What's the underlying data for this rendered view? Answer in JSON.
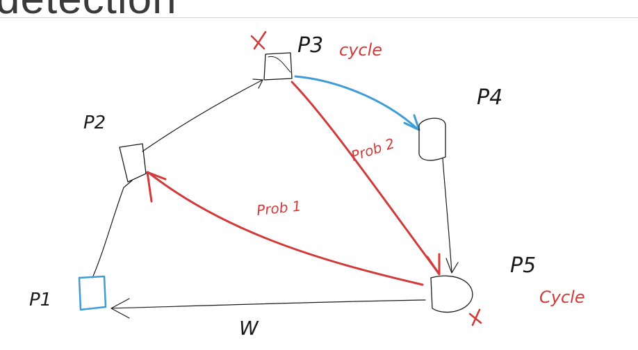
{
  "slide": {
    "title": "detection"
  },
  "nodes": {
    "p1": {
      "label": "P1",
      "color": "#3d9bd6"
    },
    "p2": {
      "label": "P2"
    },
    "p3": {
      "label": "P3",
      "note": "cycle",
      "mark": "X"
    },
    "p4": {
      "label": "P4"
    },
    "p5": {
      "label": "P5",
      "note": "Cycle",
      "mark": "X"
    }
  },
  "edges": [
    {
      "from": "p1",
      "to": "p2",
      "color": "#1a1a1a"
    },
    {
      "from": "p2",
      "to": "p3",
      "color": "#1a1a1a"
    },
    {
      "from": "p3",
      "to": "p4",
      "color": "#3d9bd6"
    },
    {
      "from": "p4",
      "to": "p5",
      "color": "#1a1a1a"
    },
    {
      "from": "p3",
      "to": "p5",
      "label": "Prob 2",
      "color": "#d23a3a"
    },
    {
      "from": "p5",
      "to": "p2",
      "label": "Prob 1",
      "color": "#d23a3a"
    },
    {
      "from": "p5",
      "to": "p1",
      "label": "W",
      "color": "#1a1a1a"
    }
  ]
}
